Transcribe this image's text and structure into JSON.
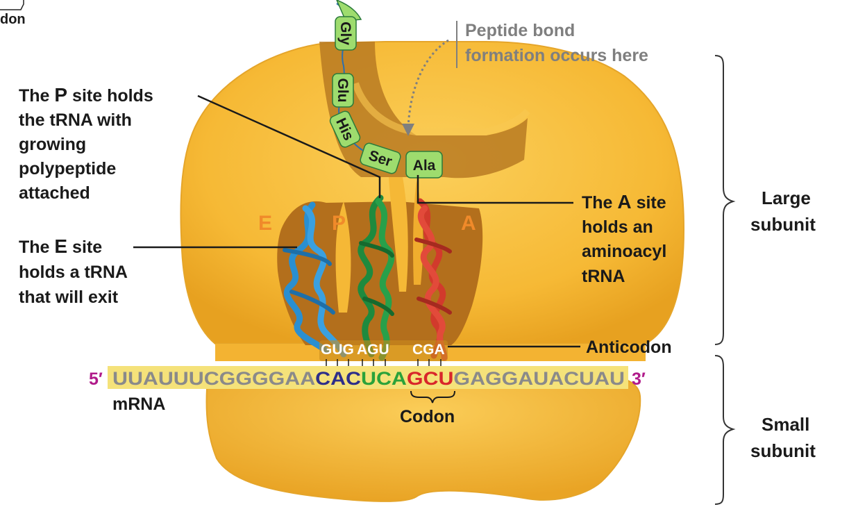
{
  "corner": {
    "text": "don"
  },
  "peptide_bond": {
    "line1": "Peptide bond",
    "line2": "formation occurs here"
  },
  "p_site_label": {
    "l1a": "The ",
    "l1b": "P",
    "l1c": " site holds",
    "l2": "the tRNA with",
    "l3": "growing",
    "l4": "polypeptide",
    "l5": "attached"
  },
  "e_site_label": {
    "l1a": "The ",
    "l1b": "E",
    "l1c": " site",
    "l2": "holds a tRNA",
    "l3": "that will exit"
  },
  "a_site_label": {
    "l1a": "The ",
    "l1b": "A",
    "l1c": " site",
    "l2": "holds an",
    "l3": "aminoacyl",
    "l4": "tRNA"
  },
  "sites": {
    "e": "E",
    "p": "P",
    "a": "A"
  },
  "amino_acids": [
    "Gly",
    "Glu",
    "His",
    "Ser",
    "Ala"
  ],
  "anticodons": {
    "e": "GUG",
    "p": "AGU",
    "a": "CGA"
  },
  "anticodon_label": "Anticodon",
  "mrna": {
    "five_prime": "5′",
    "three_prime": "3′",
    "seq_left": "UUAUUUCGGGGAA",
    "codon_e": "CAC",
    "codon_p": "UCA",
    "codon_a": "GCU",
    "seq_right": "GAGGAUACUAU",
    "label": "mRNA",
    "codon_label": "Codon"
  },
  "subunits": {
    "large_1": "Large",
    "large_2": "subunit",
    "small_1": "Small",
    "small_2": "subunit"
  },
  "colors": {
    "ribosome": "#f6bb3a",
    "ribosome_dark": "#c98a1d",
    "tunnel": "#b87a20",
    "aa_fill": "#9edc6e",
    "trna_e": "#2a8fd0",
    "trna_p": "#1e8a3e",
    "trna_a": "#d23a2c",
    "site_letter": "#f08a2a",
    "codon_e": "#2d2f8a",
    "codon_p": "#2aa23a",
    "codon_a": "#d8262a",
    "mrna_band": "#f5e27a",
    "mrna_text": "#8a8a8a",
    "prime": "#b01a8a"
  }
}
